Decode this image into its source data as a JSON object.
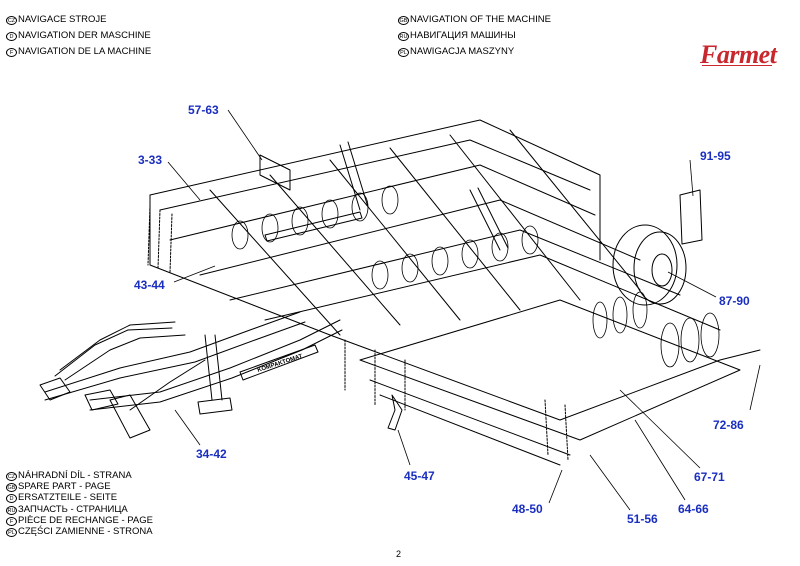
{
  "header": {
    "left": [
      {
        "code": "CZ",
        "text": "NAVIGACE STROJE"
      },
      {
        "code": "D",
        "text": "NAVIGATION DER MASCHINE"
      },
      {
        "code": "F",
        "text": "NAVIGATION DE LA MACHINE"
      }
    ],
    "right": [
      {
        "code": "GB",
        "text": "NAVIGATION OF THE MACHINE"
      },
      {
        "code": "RU",
        "text": "НАВИГАЦИЯ МАШИНЫ"
      },
      {
        "code": "PL",
        "text": "NAWIGACJA MASZYNY"
      }
    ]
  },
  "logo": {
    "text": "Farmet",
    "color": "#c8282d"
  },
  "callouts": {
    "c57_63": "57-63",
    "c3_33": "3-33",
    "c91_95": "91-95",
    "c43_44": "43-44",
    "c87_90": "87-90",
    "c72_86": "72-86",
    "c34_42": "34-42",
    "c45_47": "45-47",
    "c67_71": "67-71",
    "c48_50": "48-50",
    "c64_66": "64-66",
    "c51_56": "51-56"
  },
  "callout_color": "#1a2ec0",
  "machine_label": "KOMPAKTOMAT",
  "footer": [
    {
      "code": "CZ",
      "text": "NÁHRADNÍ DÍL - STRANA"
    },
    {
      "code": "GB",
      "text": "SPARE PART - PAGE"
    },
    {
      "code": "D",
      "text": "ERSATZTEILE - SEITE"
    },
    {
      "code": "RU",
      "text": "ЗАПЧАСТЬ - СТРАНИЦА"
    },
    {
      "code": "F",
      "text": "PIÈCE DE RECHANGE - PAGE"
    },
    {
      "code": "PL",
      "text": "CZĘŚCI ZAMIENNE - STRONA"
    }
  ],
  "page_number": "2"
}
